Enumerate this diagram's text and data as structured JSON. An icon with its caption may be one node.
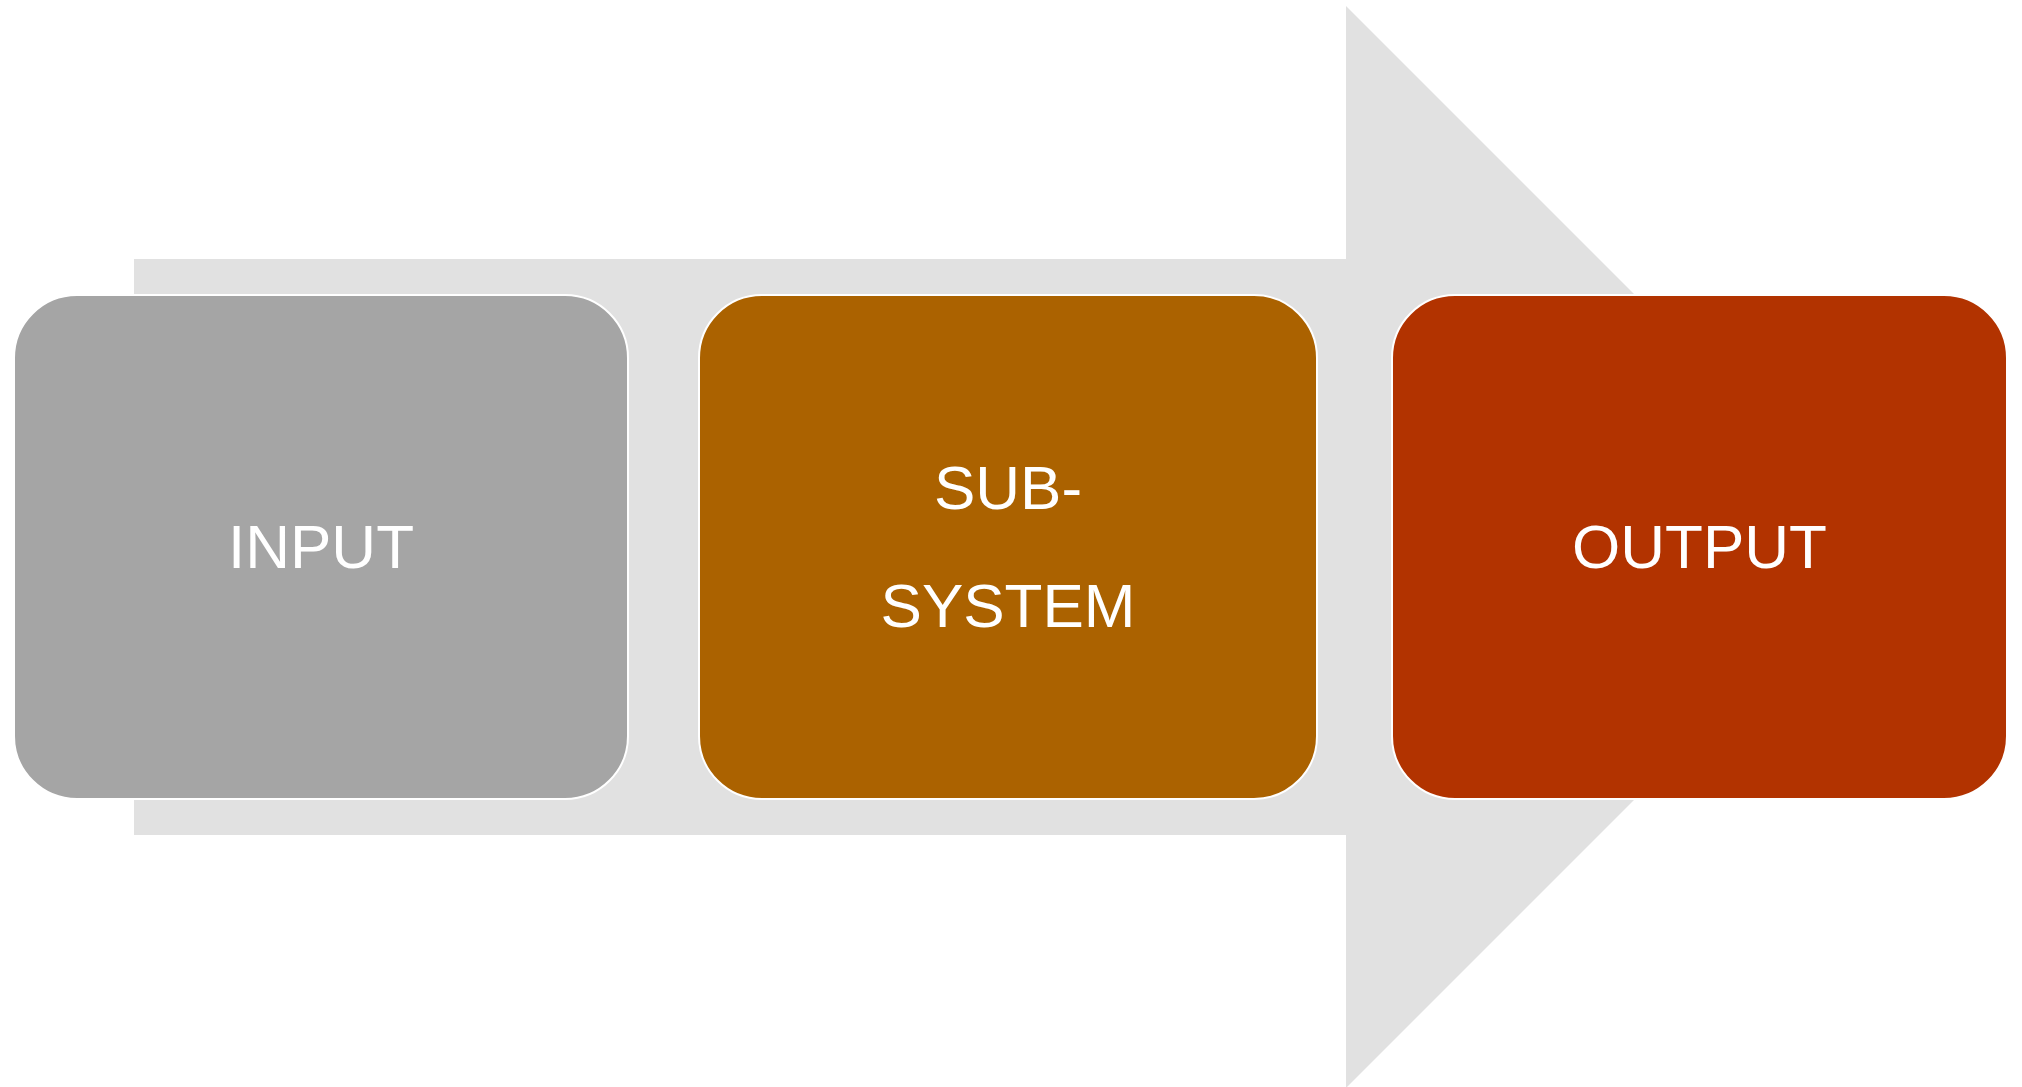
{
  "diagram": {
    "nodes": [
      {
        "text": [
          "INPUT"
        ]
      },
      {
        "text": [
          "SUB-SYSTEM"
        ]
      },
      {
        "text": [
          "OUTPUT"
        ]
      }
    ],
    "edges": [
      {
        "from": 0,
        "to": 2,
        "arrow": "to"
      }
    ]
  }
}
